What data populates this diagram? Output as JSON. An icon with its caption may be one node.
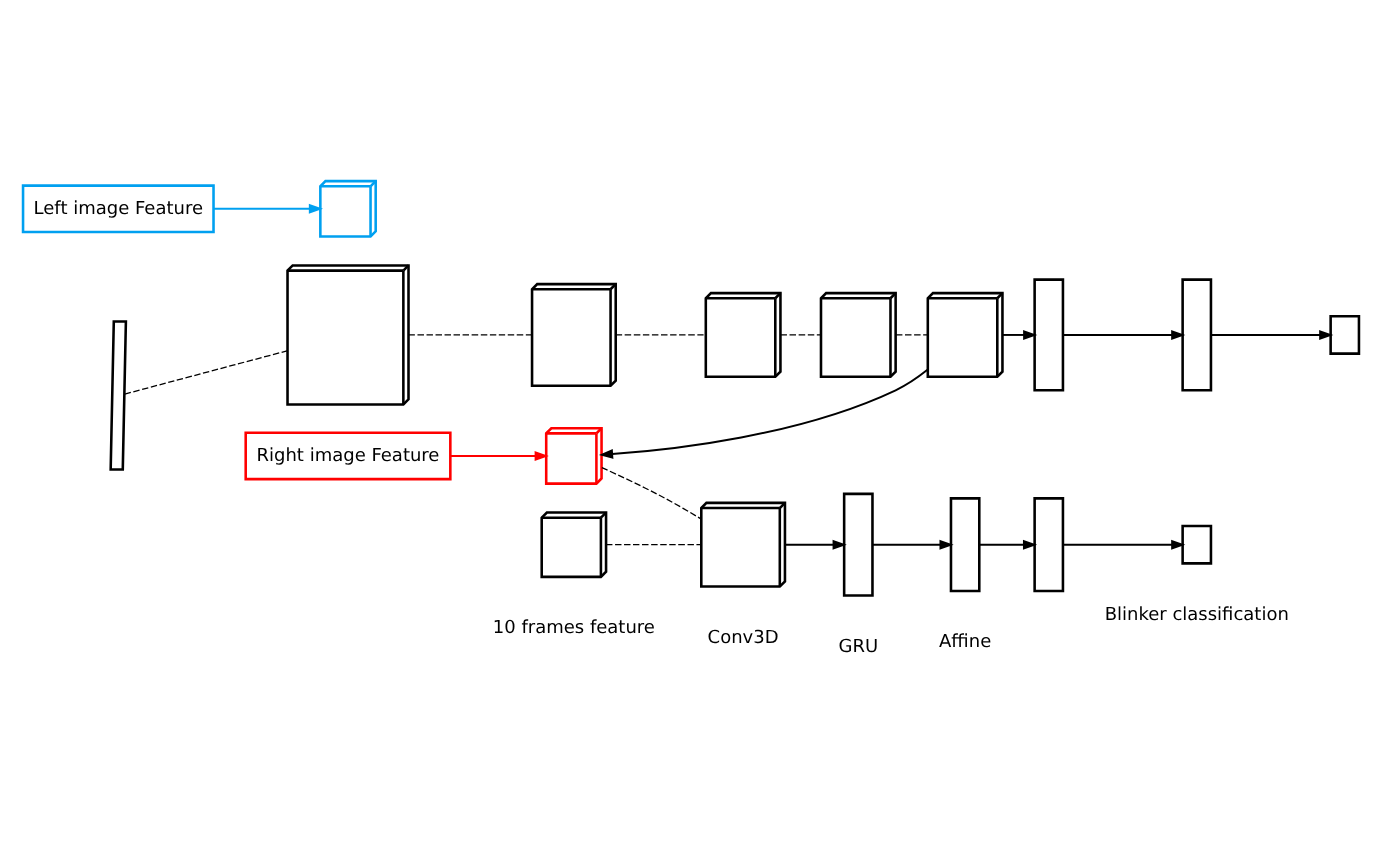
{
  "diagram": {
    "nodes": [
      {
        "text": [],
        "shape": "box"
      },
      {
        "text": [],
        "shape": "box"
      },
      {
        "text": [],
        "shape": "box"
      },
      {
        "text": [],
        "shape": "box"
      },
      {
        "text": [],
        "shape": "box"
      },
      {
        "text": [],
        "shape": "box"
      },
      {
        "text": [],
        "shape": "bar"
      },
      {
        "text": [],
        "shape": "bar"
      },
      {
        "text": [],
        "shape": "box"
      },
      {
        "text": [
          "Right image Feature"
        ]
      },
      {
        "text": [
          "Left image Feature"
        ]
      },
      {
        "text": [],
        "shape": "box"
      },
      {
        "text": [],
        "shape": "box"
      },
      {
        "text": [],
        "shape": "box",
        "beside": [
          "10 frames feature"
        ]
      },
      {
        "text": [],
        "shape": "box",
        "beside": [
          "Conv3D"
        ]
      },
      {
        "text": [],
        "shape": "bar",
        "beside": [
          "GRU"
        ]
      },
      {
        "text": [],
        "shape": "bar"
      },
      {
        "text": [],
        "shape": "bar"
      },
      {
        "text": [],
        "shape": "box",
        "beside": [
          "Blinker classification"
        ]
      }
    ],
    "edges": [
      {
        "from": 0,
        "to": 1,
        "arrow": "none",
        "style": "dashed"
      },
      {
        "from": 1,
        "to": 2,
        "arrow": "none",
        "style": "dashed"
      },
      {
        "from": 2,
        "to": 3,
        "arrow": "none",
        "style": "dashed"
      },
      {
        "from": 3,
        "to": 4,
        "arrow": "none",
        "style": "dashed"
      },
      {
        "from": 4,
        "to": 5,
        "arrow": "none",
        "style": "dashed"
      },
      {
        "from": 5,
        "to": 6,
        "arrow": "to"
      },
      {
        "from": 6,
        "to": 7,
        "arrow": "to"
      },
      {
        "from": 7,
        "to": 8,
        "arrow": "to"
      },
      {
        "from": 5,
        "to": 11,
        "arrow": "to"
      },
      {
        "from": 9,
        "to": 11,
        "arrow": "to",
        "color": "#ff0000"
      },
      {
        "from": 10,
        "to": 12,
        "arrow": "to",
        "color": "#00a0f0"
      },
      {
        "from": 11,
        "to": 14,
        "arrow": "none",
        "style": "dashed"
      },
      {
        "from": 13,
        "to": 14,
        "arrow": "none",
        "style": "dashed"
      },
      {
        "from": 14,
        "to": 15,
        "arrow": "to"
      },
      {
        "from": 15,
        "to": 16,
        "arrow": "to"
      },
      {
        "from": 16,
        "to": 17,
        "arrow": "to"
      },
      {
        "from": 17,
        "to": 18,
        "arrow": "to"
      }
    ],
    "labels": [
      "Affine"
    ]
  }
}
